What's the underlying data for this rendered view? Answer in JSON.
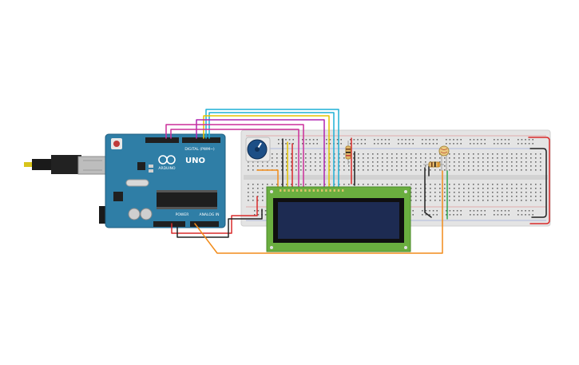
{
  "arduino": {
    "model_label": "UNO",
    "brand_label": "ARDUINO",
    "digital_label": "DIGITAL (PWM~)",
    "power_label": "POWER",
    "analog_label": "ANALOG IN",
    "board_color": "#2f7ea6",
    "header_color": "#202020"
  },
  "breadboard": {
    "color": "#e4e4e4"
  },
  "lcd": {
    "frame_color": "#6aae3f",
    "screen_color": "#1d2b52"
  },
  "wire_colors": {
    "red": "#d92b2b",
    "black": "#222222",
    "orange": "#f28c1a",
    "yellow": "#e5c400",
    "purple": "#b026b0",
    "magenta": "#cc2f9a",
    "cyan": "#1fb0d6",
    "green": "#2fa84f"
  },
  "components": {
    "potentiometer": "potentiometer",
    "resistor": "resistor",
    "photoresistor": "photoresistor"
  }
}
